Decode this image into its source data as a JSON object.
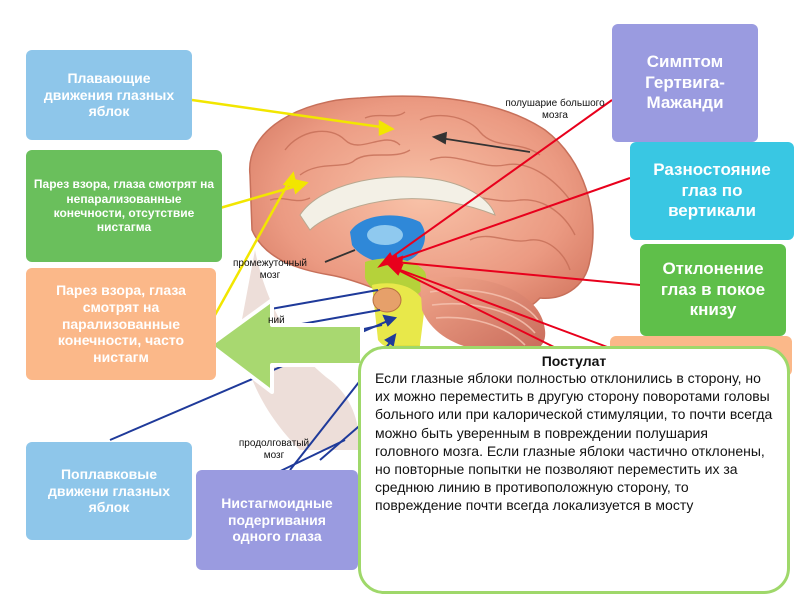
{
  "boxes": {
    "floating_movements": "Плавающие движения глазных яблок",
    "gaze_paresis_nonparalyzed": "Парез взора, глаза смотрят на непарализованные конечности, отсутствие нистагма",
    "gaze_paresis_paralyzed": "Парез взора, глаза смотрят на парализованные конечности,  часто нистагм",
    "bobbing_movements": "Поплавковые движени глазных яблок",
    "nystagmoid_twitching": "Нистагмоидные подергивания одного глаза",
    "hertwig_magendie": "Симптом Гертвига-Мажанди",
    "vertical_divergence": "Разностояние глаз по вертикали",
    "downward_deviation": "Отклонение глаз в покое книзу"
  },
  "anatomy_labels": {
    "hemisphere": "полушарие большого мозга",
    "diencephalon": "промежуточный мозг",
    "medulla": "продолговатый мозг",
    "partial": "ний"
  },
  "postulate": {
    "title": "Постулат",
    "text": "Если глазные яблоки полностью отклонились в сторону, но их можно переместить в другую сторону поворотами головы больного или при калорической стимуляции, то почти всегда можно быть уверенным в повреждении полушария головного мозга. Если глазные яблоки частично отклонены, но повторные попытки не позволяют переместить их за среднюю линию в противоположную сторону, то повреждение почти всегда локализуется в мосту"
  },
  "colors": {
    "blue_box": "#8ec6ea",
    "green_box": "#6abf5c",
    "orange_box": "#fbb889",
    "purple_box": "#9a9be0",
    "cyan_box": "#39c7e3",
    "arrow_yellow": "#f2e600",
    "arrow_red": "#e8001c",
    "arrow_blue": "#1f3a9a",
    "big_arrow": "#a8d870"
  }
}
